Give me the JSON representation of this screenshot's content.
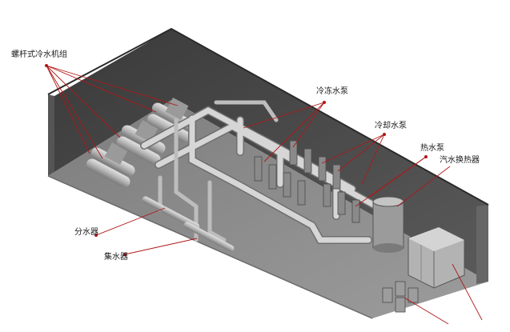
{
  "labels": {
    "screw_chiller": "螺杆式冷水机组",
    "chilled_pump": "冷冻水泵",
    "cooling_pump": "冷却水泵",
    "hot_pump": "热水泵",
    "steam_exchanger": "汽水换热器",
    "water_distributor": "分水器",
    "water_collector": "集水器"
  },
  "colors": {
    "leader_line": "#b01818",
    "wall_dark": "#3f3f3f",
    "floor": "#8f8f8f",
    "pipe": "#c7c7c7"
  }
}
